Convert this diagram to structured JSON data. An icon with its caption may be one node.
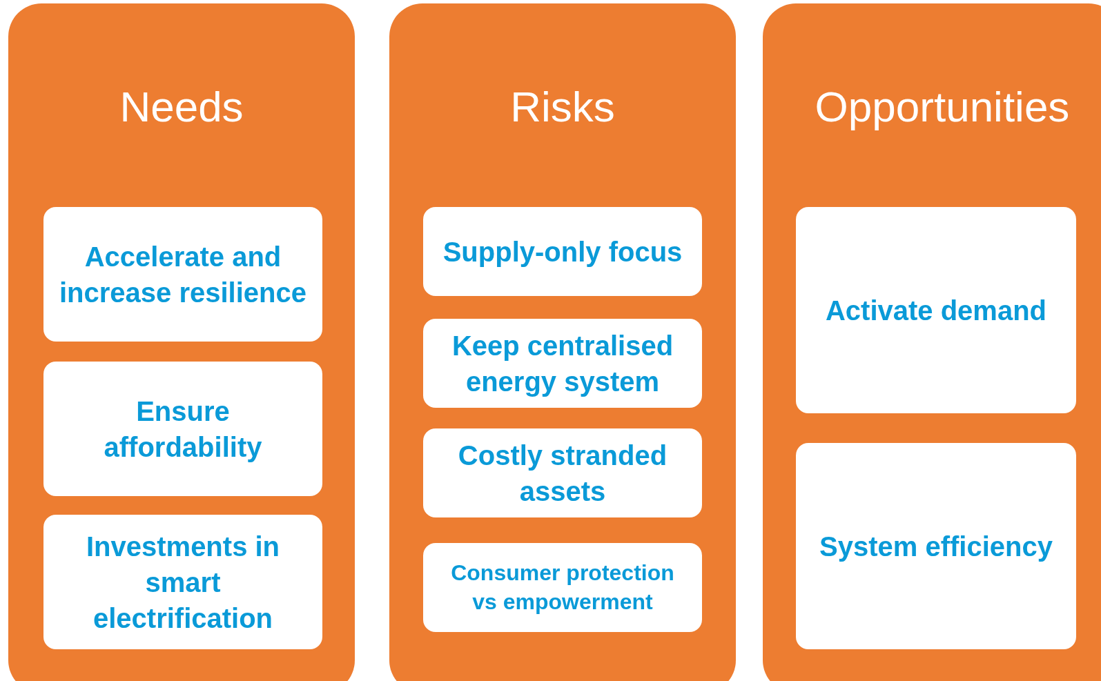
{
  "diagram": {
    "nodes": [
      {
        "text": [
          "Needs"
        ]
      },
      {
        "text": [
          "Accelerate and increase resilience"
        ],
        "in": 0
      },
      {
        "text": [
          "Ensure affordability"
        ],
        "in": 0
      },
      {
        "text": [
          "Investments in smart electrification"
        ],
        "in": 0
      },
      {
        "text": [
          "Risks"
        ]
      },
      {
        "text": [
          "Supply-only focus"
        ],
        "in": 4
      },
      {
        "text": [
          "Keep centralised energy system"
        ],
        "in": 4
      },
      {
        "text": [
          "Costly stranded assets"
        ],
        "in": 4
      },
      {
        "text": [
          "Consumer protection vs empowerment"
        ],
        "in": 4
      },
      {
        "text": [
          "Opportunities"
        ]
      },
      {
        "text": [
          "Activate demand"
        ],
        "in": 9
      },
      {
        "text": [
          "System efficiency"
        ],
        "in": 9
      }
    ]
  }
}
